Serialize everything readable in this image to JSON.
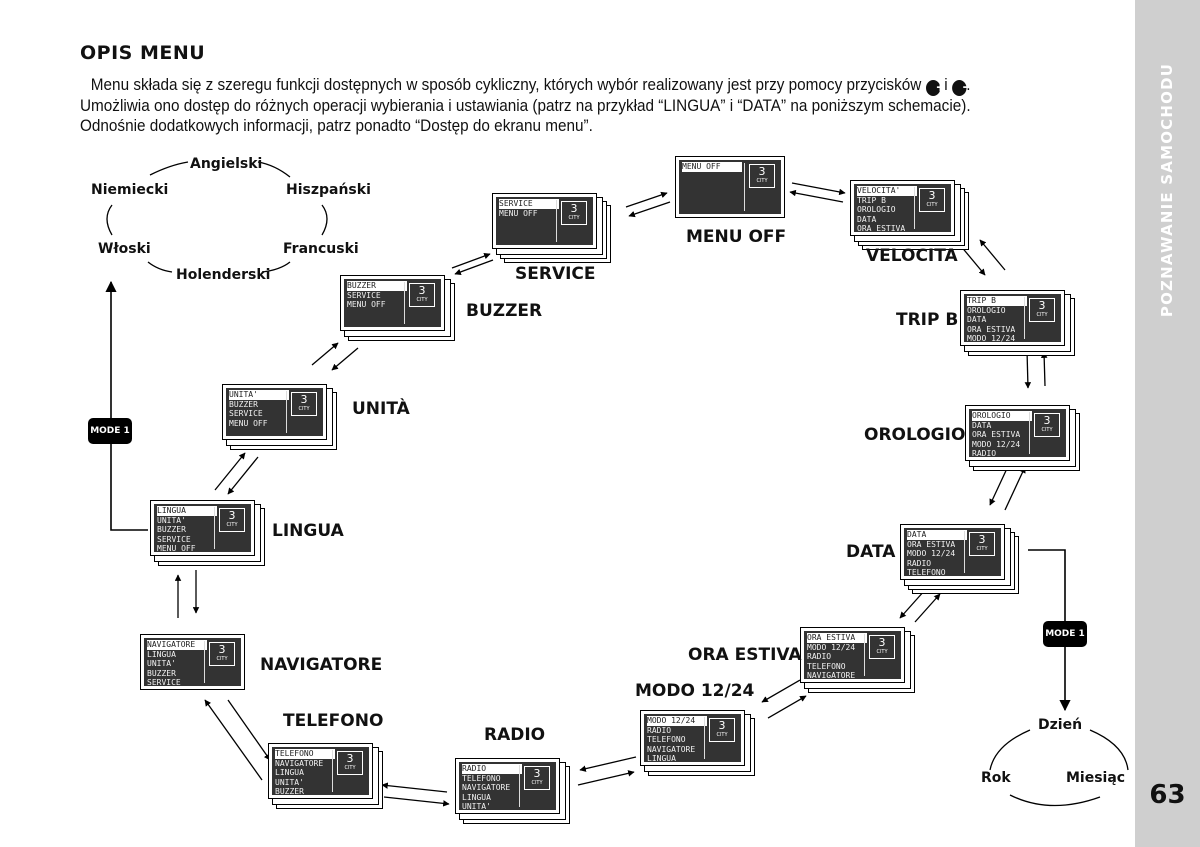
{
  "heading": "OPIS MENU",
  "intro": {
    "line1": "Menu składa się z szeregu funkcji dostępnych w sposób cykliczny, których wybór realizowany jest przy pomocy przycisków",
    "plus_symbol": "+",
    "connector": "i",
    "minus_symbol": "−",
    "line1_end": ".",
    "line2": "Umożliwia ono dostęp do różnych operacji wybierania i ustawiania (patrz na przykład “LINGUA” i “DATA” na poniższym schemacie).",
    "line3": "Odnośnie dodatkowych informacji, patrz ponadto “Dostęp do ekranu menu”."
  },
  "sidebar": {
    "title": "POZNAWANIE SAMOCHODU",
    "page_number": "63"
  },
  "display_common": {
    "number": "3",
    "unit": "CITY"
  },
  "mode_button": "MODE 1",
  "languages": [
    "Angielski",
    "Hiszpański",
    "Francuski",
    "Holenderski",
    "Włoski",
    "Niemiecki"
  ],
  "date_fields": [
    "Dzień",
    "Miesiąc",
    "Rok"
  ],
  "menu_items": [
    {
      "id": "menu-off",
      "label": "MENU OFF",
      "lines": [
        "MENU OFF"
      ]
    },
    {
      "id": "velocita",
      "label": "VELOCITA",
      "lines": [
        "VELOCITA'",
        "TRIP B",
        "OROLOGIO",
        "DATA",
        "ORA ESTIVA"
      ]
    },
    {
      "id": "trip-b",
      "label": "TRIP B",
      "lines": [
        "TRIP B",
        "OROLOGIO",
        "DATA",
        "ORA ESTIVA",
        "MODO 12/24"
      ]
    },
    {
      "id": "orologio",
      "label": "OROLOGIO",
      "lines": [
        "OROLOGIO",
        "DATA",
        "ORA ESTIVA",
        "MODO 12/24",
        "RADIO"
      ]
    },
    {
      "id": "data",
      "label": "DATA",
      "lines": [
        "DATA",
        "ORA ESTIVA",
        "MODO 12/24",
        "RADIO",
        "TELEFONO"
      ]
    },
    {
      "id": "ora-estiva",
      "label": "ORA ESTIVA",
      "lines": [
        "ORA ESTIVA",
        "MODO 12/24",
        "RADIO",
        "TELEFONO",
        "NAVIGATORE"
      ]
    },
    {
      "id": "modo-12-24",
      "label": "MODO 12/24",
      "lines": [
        "MODO 12/24",
        "RADIO",
        "TELEFONO",
        "NAVIGATORE",
        "LINGUA"
      ]
    },
    {
      "id": "radio",
      "label": "RADIO",
      "lines": [
        "RADIO",
        "TELEFONO",
        "NAVIGATORE",
        "LINGUA",
        "UNITA'"
      ]
    },
    {
      "id": "telefono",
      "label": "TELEFONO",
      "lines": [
        "TELEFONO",
        "NAVIGATORE",
        "LINGUA",
        "UNITA'",
        "BUZZER"
      ]
    },
    {
      "id": "navigatore",
      "label": "NAVIGATORE",
      "lines": [
        "NAVIGATORE",
        "LINGUA",
        "UNITA'",
        "BUZZER",
        "SERVICE"
      ]
    },
    {
      "id": "lingua",
      "label": "LINGUA",
      "lines": [
        "LINGUA",
        "UNITA'",
        "BUZZER",
        "SERVICE",
        "MENU OFF"
      ]
    },
    {
      "id": "unita",
      "label": "UNITÀ",
      "lines": [
        "UNITA'",
        "BUZZER",
        "SERVICE",
        "MENU OFF"
      ]
    },
    {
      "id": "buzzer",
      "label": "BUZZER",
      "lines": [
        "BUZZER",
        "SERVICE",
        "MENU OFF"
      ]
    },
    {
      "id": "service",
      "label": "SERVICE",
      "lines": [
        "SERVICE",
        "MENU OFF"
      ]
    }
  ]
}
